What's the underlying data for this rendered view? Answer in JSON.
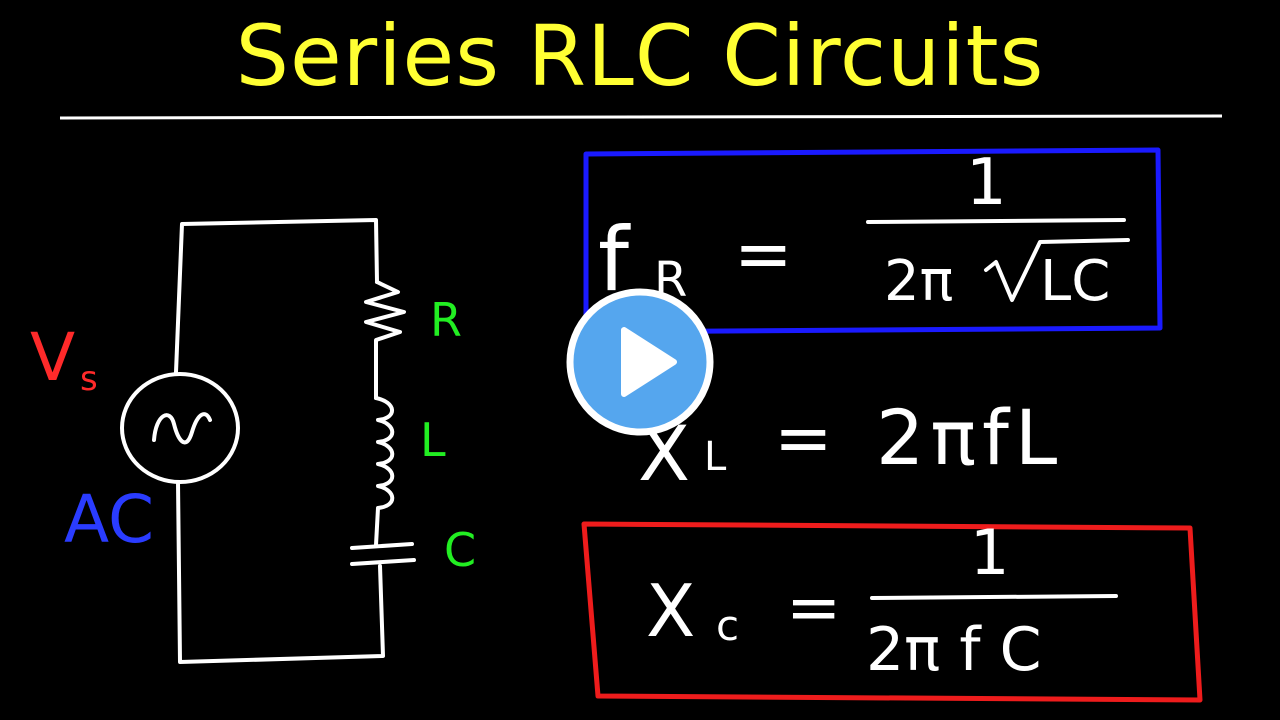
{
  "colors": {
    "background": "#000000",
    "title": "#ffff33",
    "wire": "#ffffff",
    "vs": "#ff2a2a",
    "ac": "#2a3cff",
    "components": "#22ee22",
    "box_blue": "#1a1aff",
    "box_red": "#ee1c1c",
    "play_fill": "#55a6ee",
    "play_ring": "#ffffff"
  },
  "title": "Series RLC Circuits",
  "circuit": {
    "source_label": "V",
    "source_sub": "s",
    "source_type": "AC",
    "source_symbol": "∿",
    "resistor_label": "R",
    "inductor_label": "L",
    "capacitor_label": "C"
  },
  "formulas": {
    "resonant": {
      "lhs": "f",
      "lhs_sub": "R",
      "eq": "=",
      "num": "1",
      "den_prefix": "2π",
      "den_root": "LC"
    },
    "inductive": {
      "lhs": "X",
      "lhs_sub": "L",
      "eq": "=",
      "rhs": "2πfL"
    },
    "capacitive": {
      "lhs": "X",
      "lhs_sub": "c",
      "eq": "=",
      "num": "1",
      "den": "2π f C"
    }
  },
  "video": {
    "play_icon": "play-icon"
  }
}
